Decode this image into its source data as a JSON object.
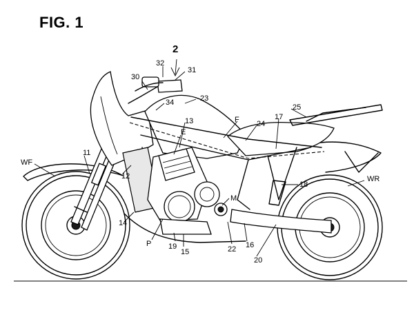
{
  "figure": {
    "title": "FIG. 1",
    "labels": {
      "view_arrow": "2",
      "handlebar_left": "30",
      "handlebar_mid": "32",
      "handlebar_right": "31",
      "fuel_tank": "23",
      "steering": "34",
      "rear_rack": "25",
      "frame_main": "F",
      "seat": "24",
      "frame_rear": "17",
      "engine_top": "13",
      "engine": "E",
      "front_fork": "11",
      "front_wheel": "WF",
      "radiator": "12",
      "exhaust_front": "14",
      "pump": "P",
      "oil_pan": "19",
      "crankcase": "15",
      "motor": "M",
      "pivot": "22",
      "swingarm_pivot": "16",
      "swingarm": "20",
      "shock": "18",
      "rear_wheel": "WR"
    }
  }
}
